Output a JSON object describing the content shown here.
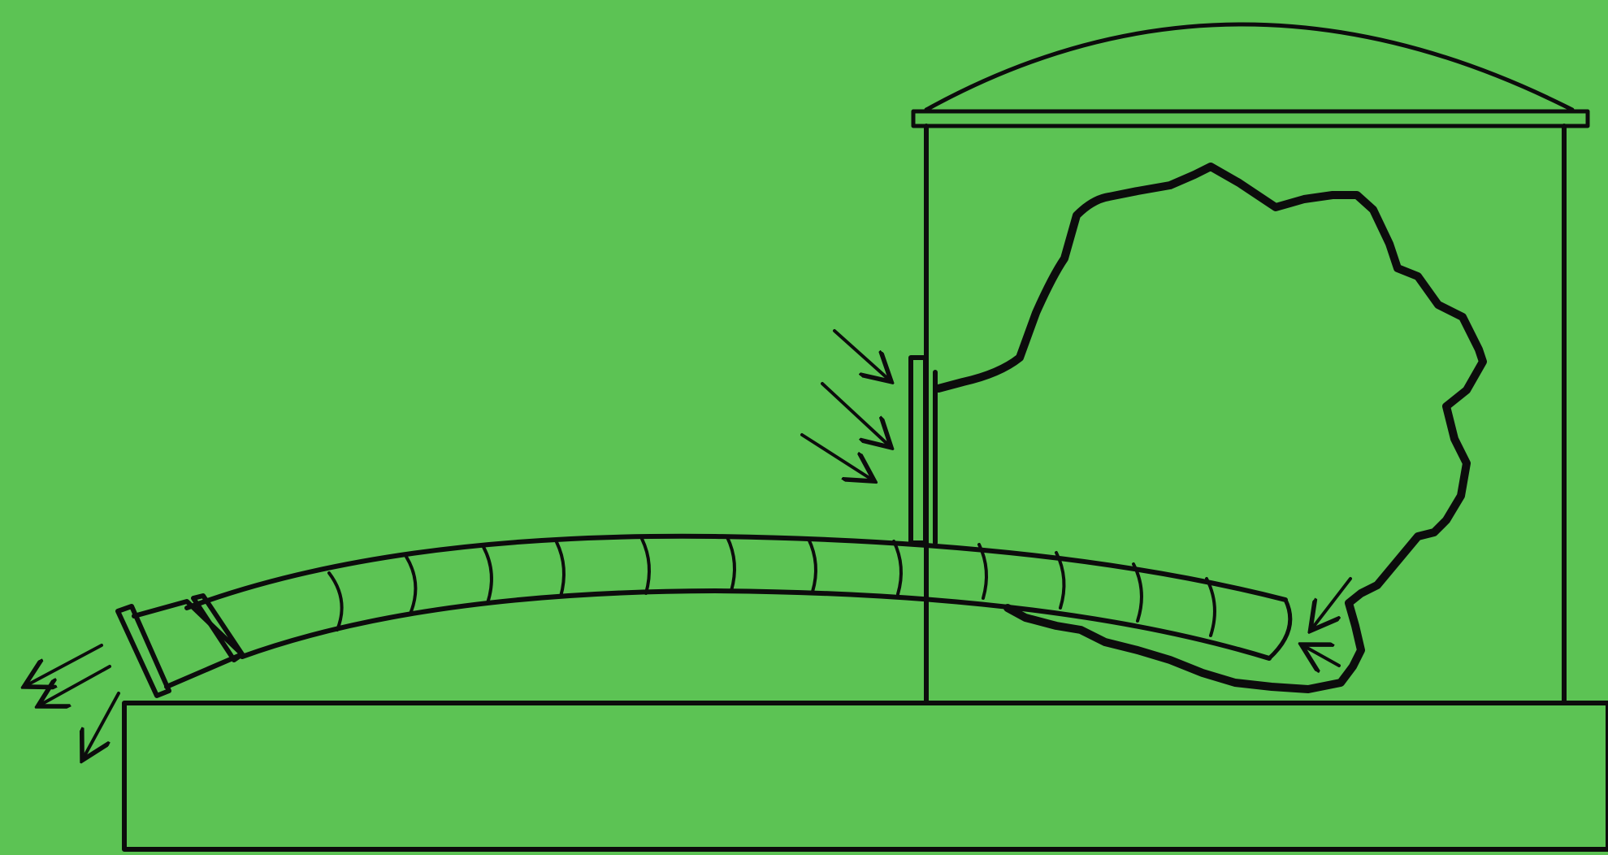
{
  "diagram": {
    "background_color": "#5cc354",
    "ink_color": "#0c0c0c",
    "elements": [
      "base-slab",
      "tank",
      "tank-dome",
      "tank-rim",
      "gas-bubble",
      "side-plate",
      "hose",
      "hose-nozzle",
      "inflow-arrows",
      "outflow-arrows",
      "intake-arrows"
    ]
  }
}
